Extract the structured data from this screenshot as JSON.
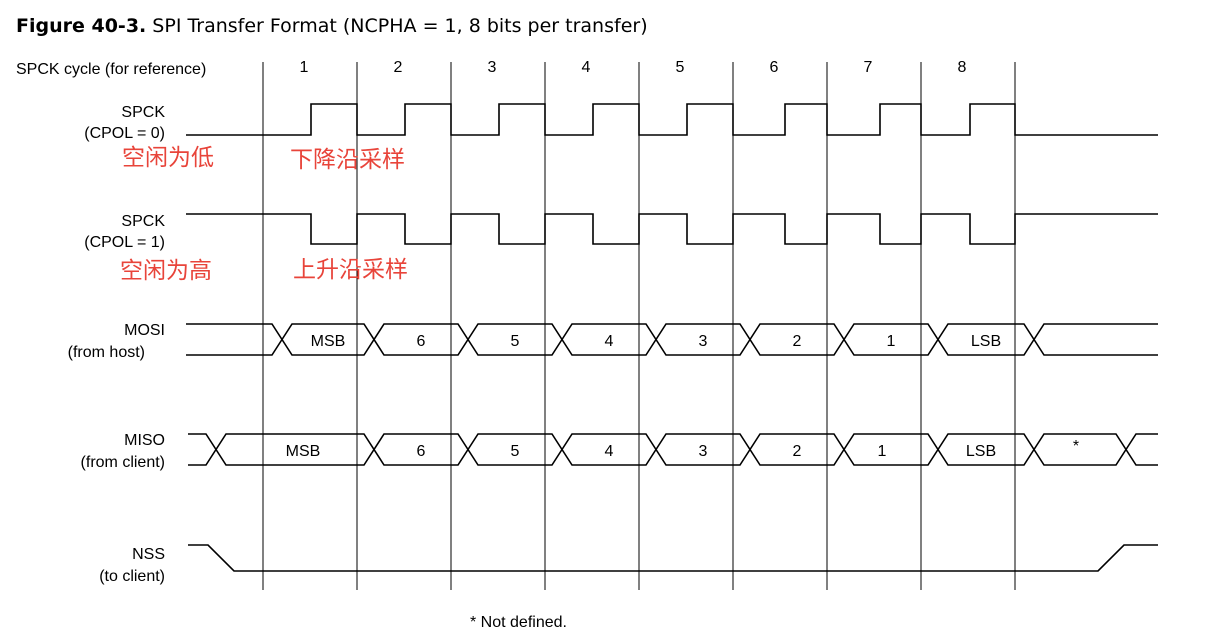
{
  "figure": {
    "title_bold": "Figure 40-3.",
    "title_rest": " SPI Transfer Format (NCPHA = 1, 8 bits per transfer)"
  },
  "cycle_row": {
    "label": "SPCK cycle (for reference)",
    "cycles": [
      "1",
      "2",
      "3",
      "4",
      "5",
      "6",
      "7",
      "8"
    ]
  },
  "signals": {
    "spck_cpol0": {
      "line1": "SPCK",
      "line2": "(CPOL = 0)"
    },
    "spck_cpol1": {
      "line1": "SPCK",
      "line2": "(CPOL = 1)"
    },
    "mosi": {
      "line1": "MOSI",
      "line2": "(from host)"
    },
    "miso": {
      "line1": "MISO",
      "line2": "(from client)"
    },
    "nss": {
      "line1": "NSS",
      "line2": "(to client)"
    }
  },
  "mosi_bits": [
    "MSB",
    "6",
    "5",
    "4",
    "3",
    "2",
    "1",
    "LSB"
  ],
  "miso_bits": [
    "MSB",
    "6",
    "5",
    "4",
    "3",
    "2",
    "1",
    "LSB",
    "*"
  ],
  "annotations": {
    "cpol0_idle": "空闲为低",
    "cpol0_sample": "下降沿采样",
    "cpol1_idle": "空闲为高",
    "cpol1_sample": "上升沿采样",
    "color": "#e8443a"
  },
  "footnote": "* Not defined."
}
